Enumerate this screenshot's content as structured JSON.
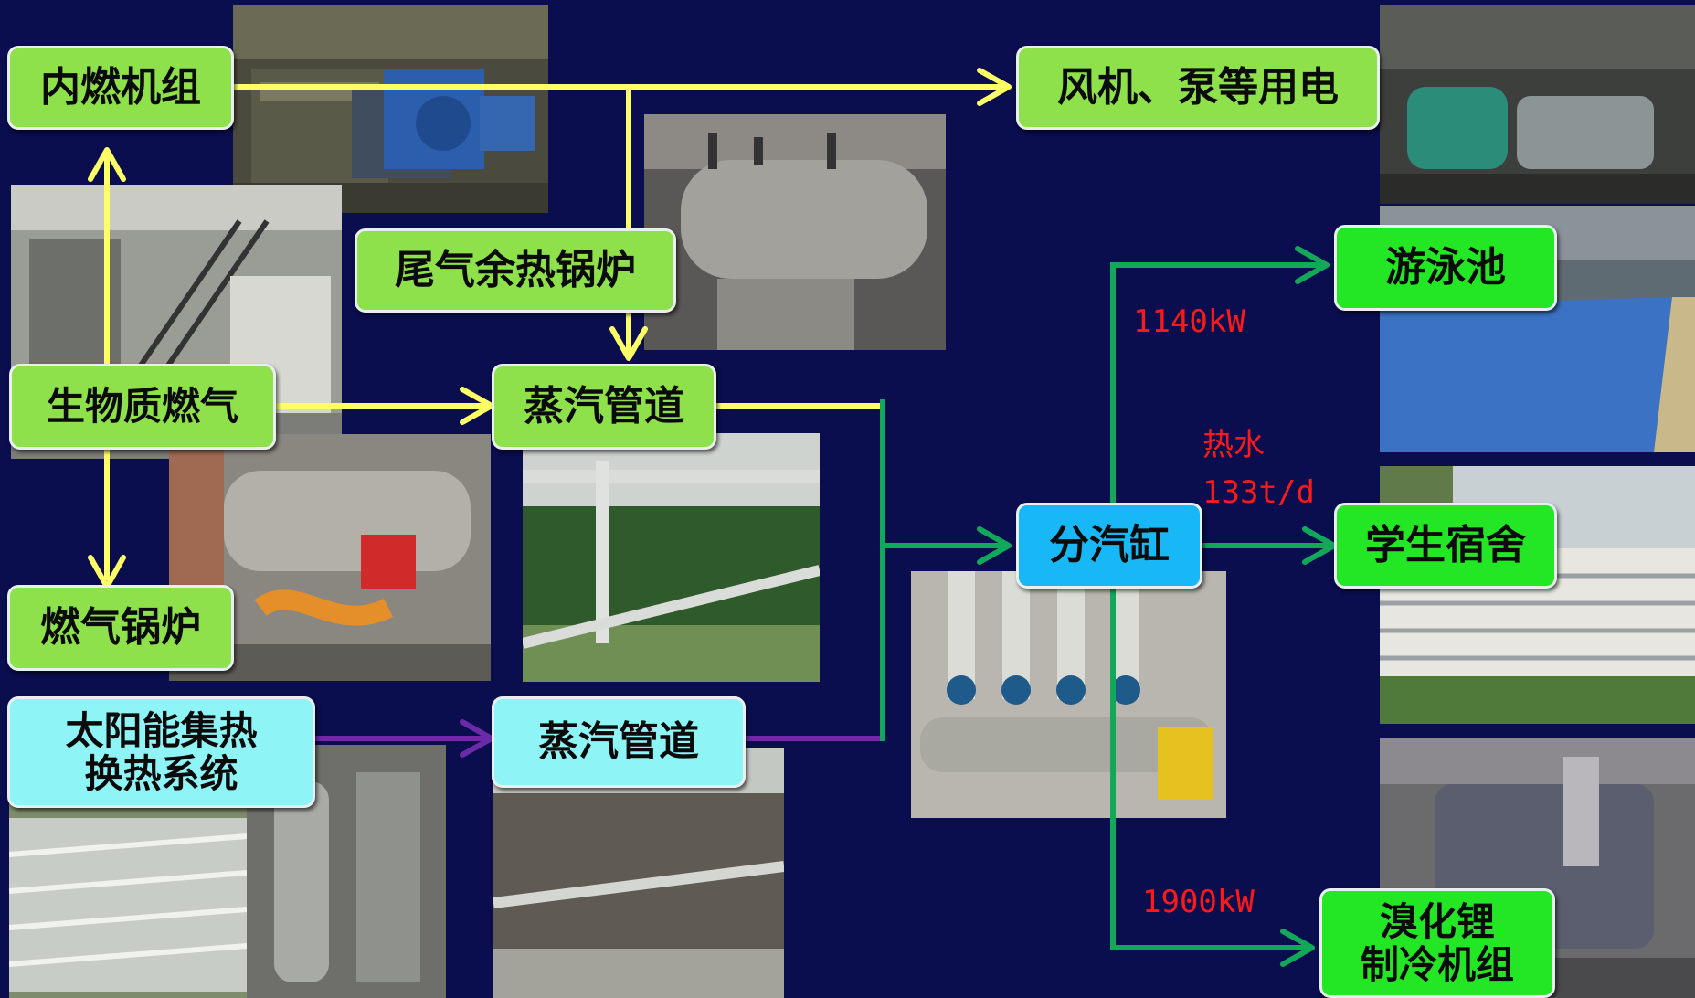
{
  "nodes": {
    "engine": "内燃机组",
    "fan_pump": "风机、泵等用电",
    "exhaust_boiler": "尾气余热锅炉",
    "biogas": "生物质燃气",
    "steam_pipe_1": "蒸汽管道",
    "gas_boiler": "燃气锅炉",
    "solar_line1": "太阳能集热",
    "solar_line2": "换热系统",
    "steam_pipe_2": "蒸汽管道",
    "header": "分汽缸",
    "pool": "游泳池",
    "dorm": "学生宿舍",
    "chiller_line1": "溴化锂",
    "chiller_line2": "制冷机组"
  },
  "labels": {
    "pool_power": "1140kW",
    "hot_water_line1": "热水",
    "hot_water_line2": "133t/d",
    "chiller_power": "1900kW"
  },
  "colors": {
    "background": "#0a0d4e",
    "gas_flow": "#ffff66",
    "steam_flow": "#11a85a",
    "solar_flow": "#6b2aa8",
    "label_red": "#ff1a1a"
  }
}
